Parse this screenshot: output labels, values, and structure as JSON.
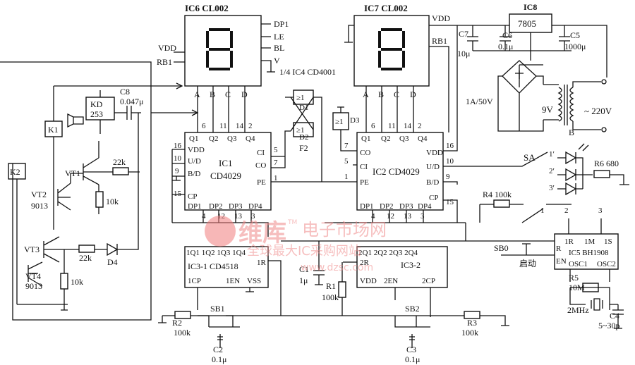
{
  "chips": {
    "ic6": "IC6 CL002",
    "ic7": "IC7 CL002",
    "ic8": "IC8",
    "reg": "7805",
    "ic1": "IC1",
    "ic1_type": "CD4029",
    "ic2": "IC2 CD4029",
    "ic3_1": "IC3-1 CD4518",
    "ic3_2": "IC3-2",
    "ic4": "1/4 IC4 CD4001",
    "ic5": "IC5 BH1908",
    "kd": "KD",
    "kd_num": "253",
    "d1": "D1",
    "d2": "D2",
    "d3": "D3",
    "d4": "D4",
    "gate": "≥1",
    "f2": "F2"
  },
  "pins": {
    "dp1": "DP1",
    "le": "LE",
    "bl": "BL",
    "v": "V",
    "rb1": "RB1",
    "vdd": "VDD",
    "a": "A",
    "b": "B",
    "c": "C",
    "d": "D",
    "q1": "Q1",
    "q2": "Q2",
    "q3": "Q3",
    "q4": "Q4",
    "ci": "CI",
    "co": "CO",
    "ud": "U/D",
    "bd": "B/D",
    "pe": "PE",
    "cp": "CP",
    "dp1_": "DP1",
    "dp2": "DP2",
    "dp3": "DP3",
    "dp4": "DP4",
    "ic3_top1": "1Q1 1Q2 1Q3 1Q4",
    "r1r": "1R",
    "cp1": "1CP",
    "en1": "1EN",
    "vss": "VSS",
    "ic3_top2": "2Q1 2Q2 2Q3 2Q4",
    "r2r": "2R",
    "en2": "2EN",
    "cp2": "2CP",
    "r": "R",
    "en": "EN",
    "osc1": "OSC1",
    "osc2": "OSC2",
    "m1r": "1R",
    "m1m": "1M",
    "m1s": "1S"
  },
  "pin_nums": {
    "n6": "6",
    "n11": "11",
    "n14": "14",
    "n2": "2",
    "n16": "16",
    "n10": "10",
    "n9": "9",
    "n15": "15",
    "n5": "5",
    "n7": "7",
    "n1": "1",
    "n4": "4",
    "n12": "12",
    "n13": "13",
    "n3": "3"
  },
  "components": {
    "c8": "C8",
    "c8v": "0.047μ",
    "c7": "C7",
    "c7v": "10μ",
    "c6": "C6",
    "c6v": "0.1μ",
    "c5": "C5",
    "c5v": "1000μ",
    "c1": "C1",
    "c1v": "1μ",
    "c2": "C2",
    "c2v": "0.1μ",
    "c3": "C3",
    "c3v": "0.1μ",
    "c4": "C4",
    "c4v": "5~30p",
    "r1": "R1",
    "r1v": "100k",
    "r2": "R2",
    "r2v": "100k",
    "r3": "R3",
    "r3v": "100k",
    "r4": "R4 100k",
    "r5": "R5",
    "r5v": "10M",
    "r6": "R6 680",
    "r22k_a": "22k",
    "r22k_b": "22k",
    "r10k_a": "10k",
    "r10k_b": "10k",
    "vt1": "VT1",
    "vt2": "VT2",
    "vt2n": "9013",
    "vt3": "VT3",
    "vt4": "VT4",
    "vt4n": "9013",
    "k1": "K1",
    "k2": "K2",
    "sa": "SA",
    "sw1p": "1′",
    "sw2p": "2′",
    "sw3p": "3′",
    "sw1": "1",
    "sw2": "2",
    "sw3": "3",
    "sb0": "SB0",
    "sb0_cn": "启动",
    "sb1": "SB1",
    "sb2": "SB2",
    "fuse": "1A/50V",
    "v9": "9V",
    "v220": "~ 220V",
    "tb": "B",
    "xtal": "2MHz"
  },
  "watermark": {
    "logo_cn": "维库",
    "tm": "TM",
    "site_cn": "电子市场网",
    "slogan_cn": "全球最大IC采购网站",
    "url": "www.dzsc.com"
  }
}
